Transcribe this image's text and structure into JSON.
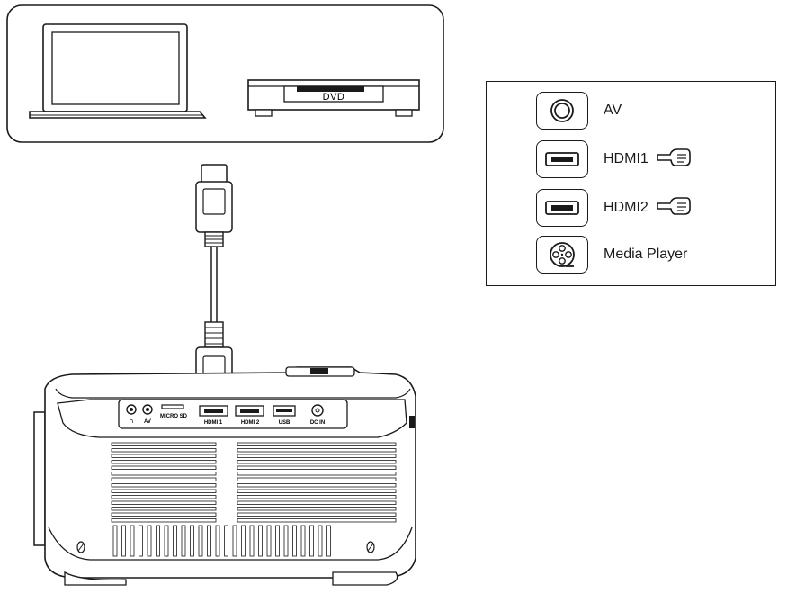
{
  "devices": {
    "dvd_label": "DVD"
  },
  "source_menu": {
    "items": [
      {
        "label": "AV",
        "icon": "av-jack-icon",
        "pointer": false
      },
      {
        "label": "HDMI1",
        "icon": "hdmi-port-icon",
        "pointer": true
      },
      {
        "label": "HDMI2",
        "icon": "hdmi-port-icon",
        "pointer": true
      },
      {
        "label": "Media Player",
        "icon": "media-player-icon",
        "pointer": false
      }
    ]
  },
  "projector": {
    "ports": {
      "micro_sd": "MICRO SD",
      "av": "AV",
      "hdmi1": "HDMI 1",
      "hdmi2": "HDMI 2",
      "usb": "USB",
      "dc_in": "DC IN"
    }
  }
}
